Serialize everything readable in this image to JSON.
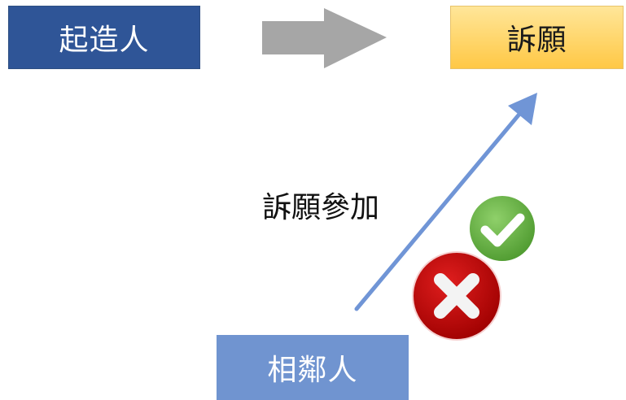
{
  "nodes": {
    "builder": {
      "label": "起造人",
      "fill": "#2f5597",
      "text_color": "#ffffff"
    },
    "petition": {
      "label": "訴願",
      "fill_top": "#ffe699",
      "fill_bottom": "#ffc845",
      "text_color": "#1a1a1a"
    },
    "neighbor": {
      "label": "相鄰人",
      "fill": "#7094d0",
      "text_color": "#ffffff"
    }
  },
  "edges": {
    "builder_to_petition": {
      "color": "#a6a6a6"
    },
    "neighbor_to_petition": {
      "label": "訴願參加",
      "color": "#7095d6"
    }
  },
  "status_icons": {
    "allowed": {
      "icon": "checkmark-icon",
      "color": "#5aa33e"
    },
    "denied": {
      "icon": "cross-icon",
      "color": "#c00000"
    }
  }
}
